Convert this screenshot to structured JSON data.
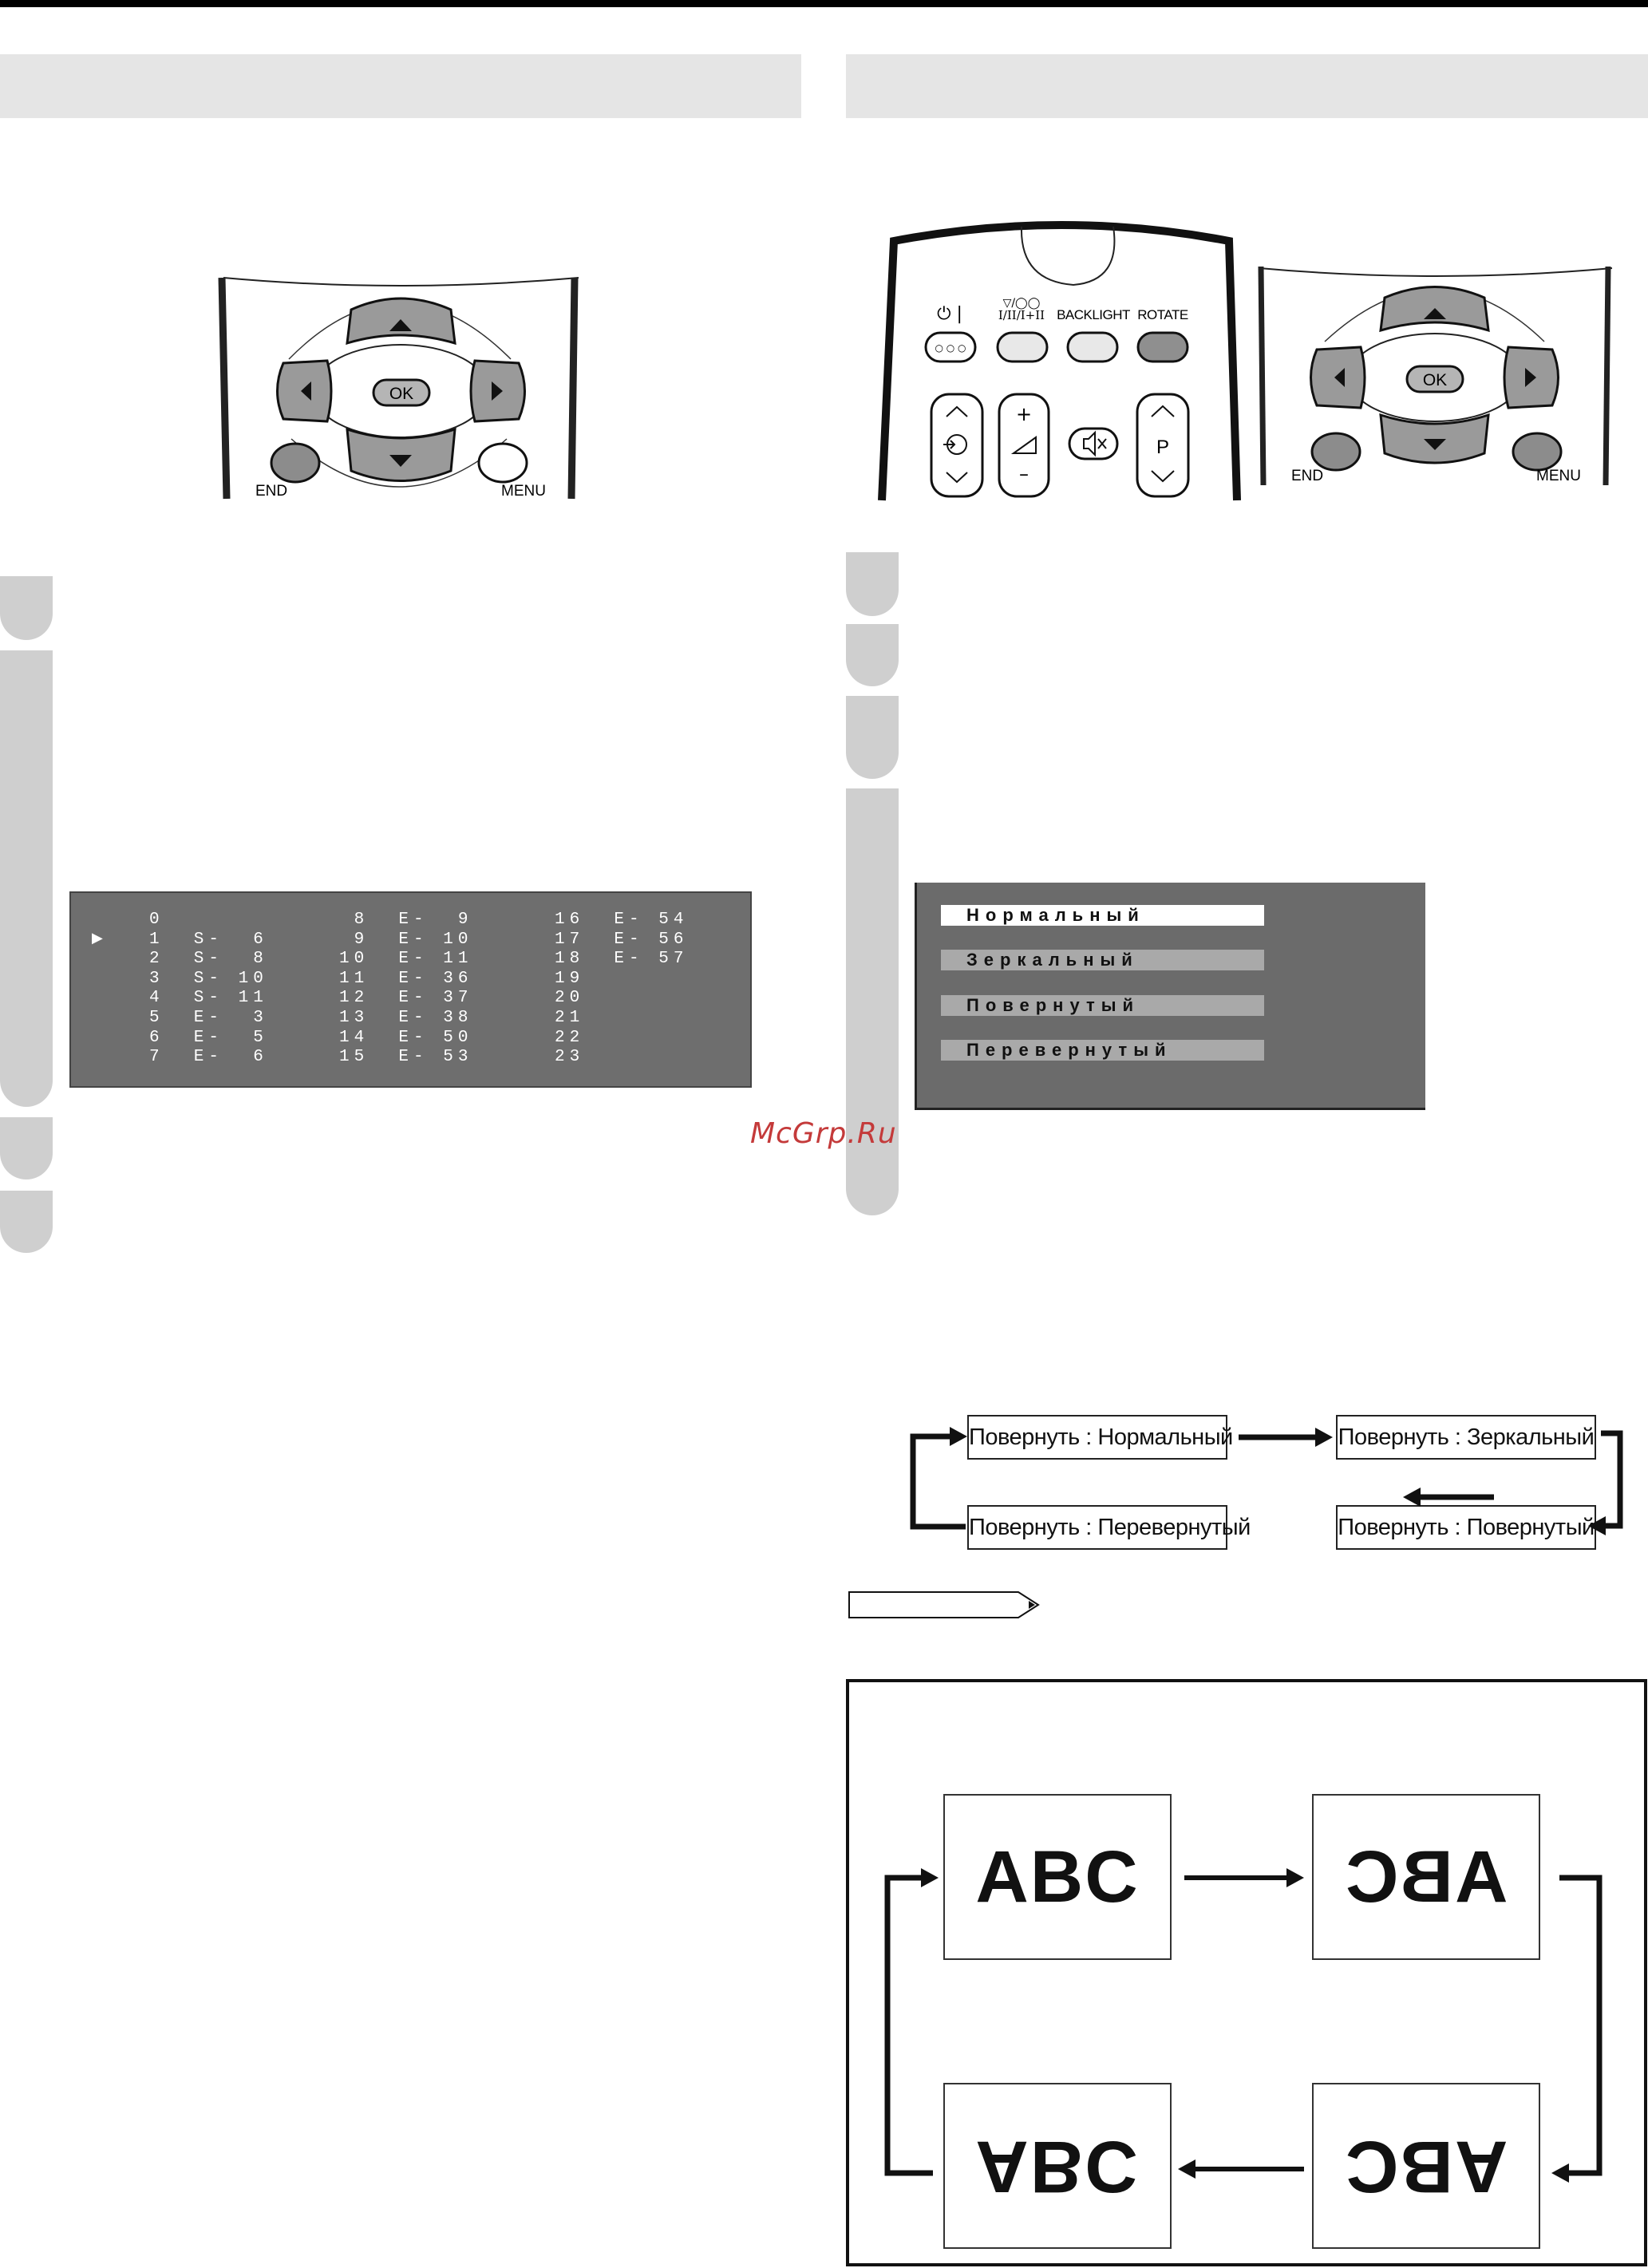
{
  "remote": {
    "left_end_label": "END",
    "left_menu_label": "MENU",
    "left_ok_label": "OK",
    "right_end_label": "END",
    "right_menu_label": "MENU",
    "right_ok_label": "OK",
    "power_label": "⏻ |",
    "sound_label_top": "▽/◯◯",
    "sound_label": "I/II/I+II",
    "backlight_label": "BACKLIGHT",
    "rotate_label": "ROTATE",
    "plus_label": "+",
    "minus_label": "–",
    "p_label": "P"
  },
  "channel_table": {
    "col1": "0\n1  S-  6\n2  S-  8\n3  S- 10\n4  S- 11\n5  E-  3\n6  E-  5\n7  E-  6",
    "col2": " 8  E-  9\n 9  E- 10\n10  E- 11\n11  E- 36\n12  E- 37\n13  E- 38\n14  E- 50\n15  E- 53",
    "col3": "16  E- 54\n17  E- 56\n18  E- 57\n19\n20\n21\n22\n23",
    "marker": "▶"
  },
  "rotate_menu": {
    "items": [
      "Нормальный",
      "Зеркальный",
      "Повернутый",
      "Перевернутый"
    ]
  },
  "cycle": {
    "normal": "Повернуть : Нормальный",
    "mirror": "Повернуть : Зеркальный",
    "rotated": "Повернуть : Повернутый",
    "inverted": "Повернуть : Перевернутый"
  },
  "abc": {
    "text": "ABC"
  },
  "watermark": "McGrp.Ru"
}
